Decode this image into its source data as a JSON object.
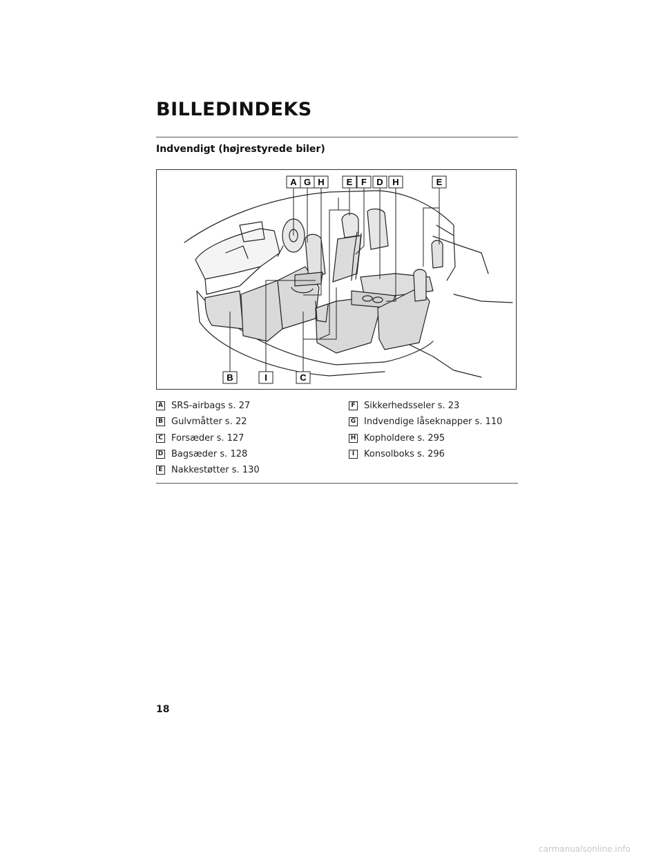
{
  "page": {
    "title": "BILLEDINDEKS",
    "section_heading": "Indvendigt (højrestyrede biler)",
    "page_number": "18",
    "watermark": "carmanualsonline.info"
  },
  "figure": {
    "callouts_top": [
      "A",
      "G",
      "H",
      "E",
      "F",
      "D",
      "H",
      "E"
    ],
    "callouts_bottom": [
      "B",
      "I",
      "C"
    ]
  },
  "legend": {
    "col1": [
      {
        "key": "A",
        "text": "SRS-airbags s. 27"
      },
      {
        "key": "B",
        "text": "Gulvmåtter s. 22"
      },
      {
        "key": "C",
        "text": "Forsæder s. 127"
      },
      {
        "key": "D",
        "text": "Bagsæder s. 128"
      },
      {
        "key": "E",
        "text": "Nakkestøtter s. 130"
      }
    ],
    "col2": [
      {
        "key": "F",
        "text": "Sikkerhedsseler s. 23"
      },
      {
        "key": "G",
        "text": "Indvendige låseknapper s. 110"
      },
      {
        "key": "H",
        "text": "Kopholdere s. 295"
      },
      {
        "key": "I",
        "text": "Konsolboks s. 296"
      }
    ]
  }
}
